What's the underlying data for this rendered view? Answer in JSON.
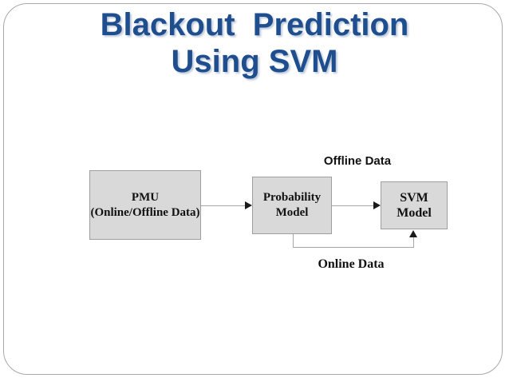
{
  "slide": {
    "title": {
      "line1": "Blackout  Prediction",
      "line2": "Using SVM"
    },
    "diagram": {
      "nodes": [
        {
          "id": "pmu",
          "label": "PMU\n(Online/Offline Data)"
        },
        {
          "id": "probability-model",
          "label": "Probability\nModel"
        },
        {
          "id": "svm-model",
          "label": "SVM Model"
        }
      ],
      "flow_labels": {
        "offline": "Offline Data",
        "online": "Online Data"
      },
      "connections": [
        {
          "from": "pmu",
          "to": "probability-model",
          "type": "straight-arrow"
        },
        {
          "from": "probability-model",
          "to": "svm-model",
          "type": "straight-arrow"
        },
        {
          "from": "probability-model",
          "to": "svm-model",
          "type": "elbow-arrow-below"
        }
      ]
    },
    "colors": {
      "title_text": "#1f4e8f",
      "node_fill": "#d9d9d9",
      "node_border": "#9e9e9e",
      "connector_line": "#a6a6a6",
      "arrowhead": "#1a1a1a",
      "slide_border": "#a9a9a9",
      "background": "#ffffff"
    }
  }
}
